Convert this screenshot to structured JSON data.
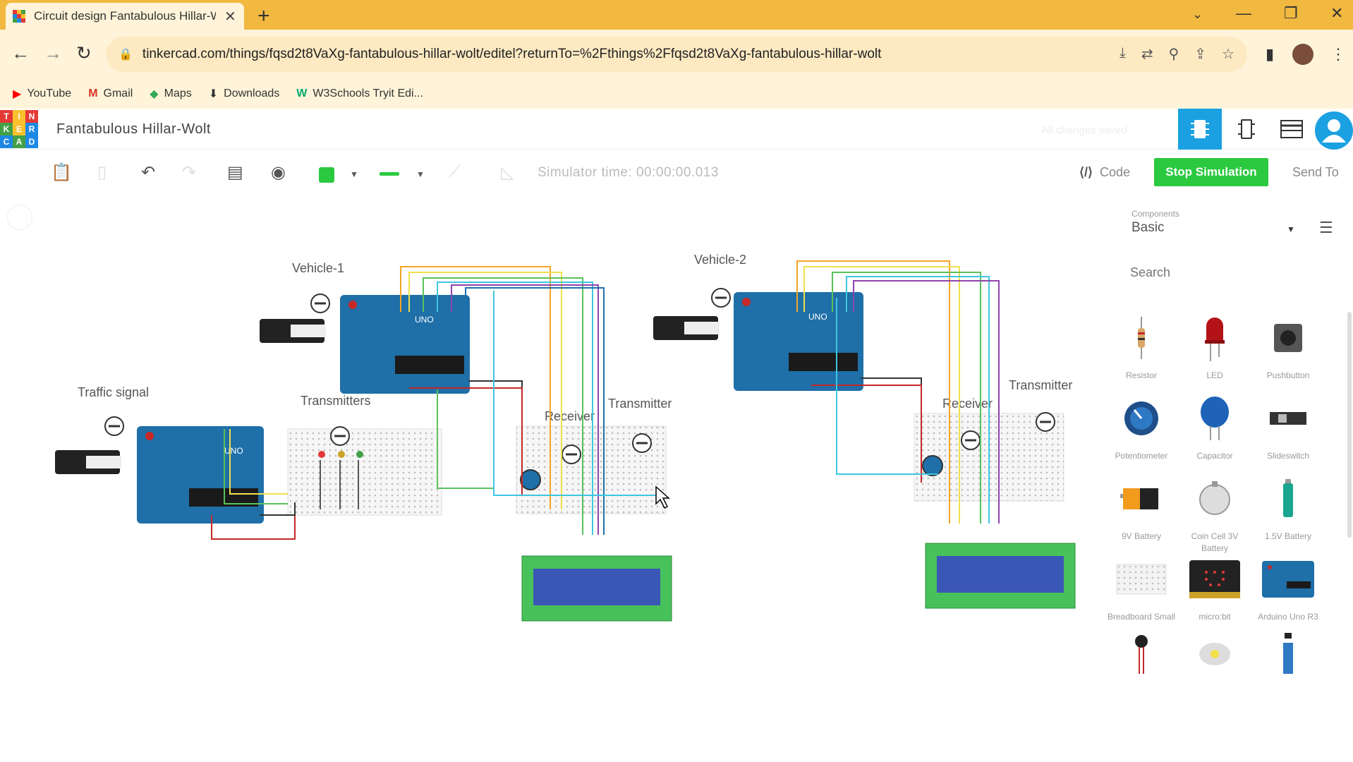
{
  "browser": {
    "tab_title": "Circuit design Fantabulous Hillar-Wolt",
    "url": "tinkercad.com/things/fqsd2t8VaXg-fantabulous-hillar-wolt/editel?returnTo=%2Fthings%2Ffqsd2t8VaXg-fantabulous-hillar-wolt",
    "bookmarks": [
      {
        "label": "YouTube",
        "icon": "youtube-icon",
        "color": "#ff0000"
      },
      {
        "label": "Gmail",
        "icon": "gmail-icon",
        "color": "#d93025"
      },
      {
        "label": "Maps",
        "icon": "maps-icon",
        "color": "#34a853"
      },
      {
        "label": "Downloads",
        "icon": "download-icon",
        "color": "#333333"
      },
      {
        "label": "W3Schools Tryit Edi...",
        "icon": "w3schools-icon",
        "color": "#04aa6d"
      }
    ]
  },
  "app": {
    "logo_letters": [
      "T",
      "I",
      "N",
      "K",
      "E",
      "R",
      "C",
      "A",
      "D"
    ],
    "project_name": "Fantabulous Hillar-Wolt",
    "saved_status": "All changes saved"
  },
  "toolbar": {
    "sim_time": "Simulator time: 00:00:00.013",
    "code_label": "Code",
    "stop_label": "Stop Simulation",
    "send_label": "Send To",
    "accent": "#2bc940"
  },
  "canvas": {
    "labels": {
      "vehicle1": "Vehicle-1",
      "vehicle2": "Vehicle-2",
      "traffic_signal": "Traffic signal",
      "transmitters": "Transmitters",
      "receiver1": "Receiver",
      "transmitter1": "Transmitter",
      "receiver2": "Receiver",
      "transmitter2": "Transmitter"
    }
  },
  "panel": {
    "category_label": "Components",
    "category": "Basic",
    "search_placeholder": "Search",
    "components": [
      {
        "name": "Resistor"
      },
      {
        "name": "LED"
      },
      {
        "name": "Pushbutton"
      },
      {
        "name": "Potentiometer"
      },
      {
        "name": "Capacitor"
      },
      {
        "name": "Slideswitch"
      },
      {
        "name": "9V Battery"
      },
      {
        "name": "Coin Cell 3V Battery"
      },
      {
        "name": "1.5V Battery"
      },
      {
        "name": "Breadboard Small"
      },
      {
        "name": "micro:bit"
      },
      {
        "name": "Arduino Uno R3"
      }
    ]
  }
}
